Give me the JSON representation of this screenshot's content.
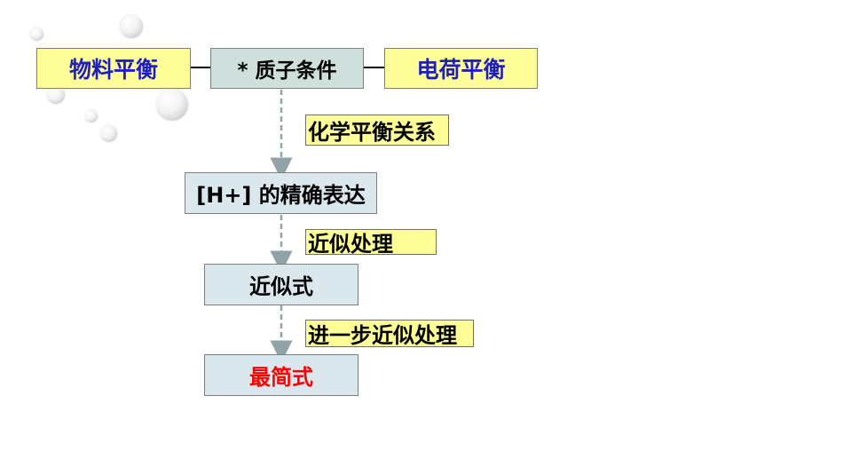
{
  "top_row": {
    "left": "物料平衡",
    "center": "* 质子条件",
    "right": "电荷平衡"
  },
  "notes": [
    "化学平衡关系",
    "近似处理",
    "进一步近似处理"
  ],
  "flow": {
    "step1": "[H+] 的精确表达",
    "step2": "近似式",
    "step3": "最简式"
  },
  "colors": {
    "yellow_fill": "#ffff99",
    "top_text_blue": "#1f1fbf",
    "center_fill": "#cfe0dc",
    "step_fill": "#dae8ee",
    "final_text_red": "#ff0000",
    "arrow_gray": "#8fa3a8"
  }
}
